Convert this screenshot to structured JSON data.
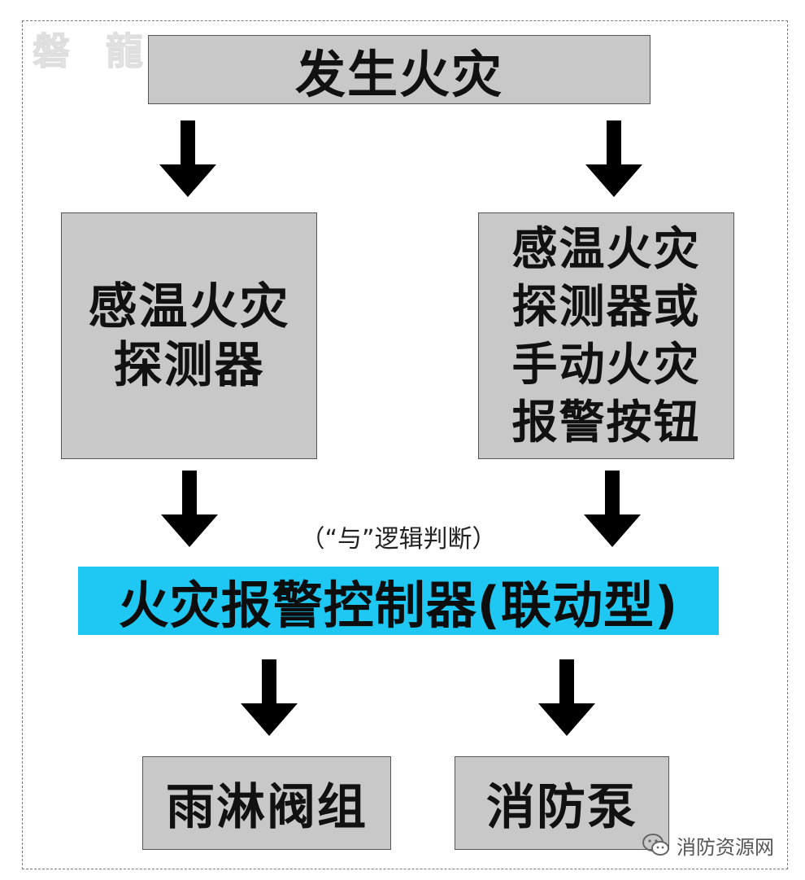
{
  "logo": "磐 龍",
  "nodes": {
    "fire": "发生火灾",
    "left_detector": "感温火灾\n探测器",
    "right_detector": "感温火灾\n探测器或\n手动火灾\n报警按钮",
    "logic_note": "（“与”逻辑判断）",
    "controller": "火灾报警控制器(联动型)",
    "valve": "雨淋阀组",
    "pump": "消防泵"
  },
  "watermark": {
    "text": "消防资源网",
    "icon": "wechat-icon"
  },
  "colors": {
    "box_fill": "#c8c8c8",
    "controller_fill": "#1ec8f2",
    "arrow": "#000000"
  }
}
